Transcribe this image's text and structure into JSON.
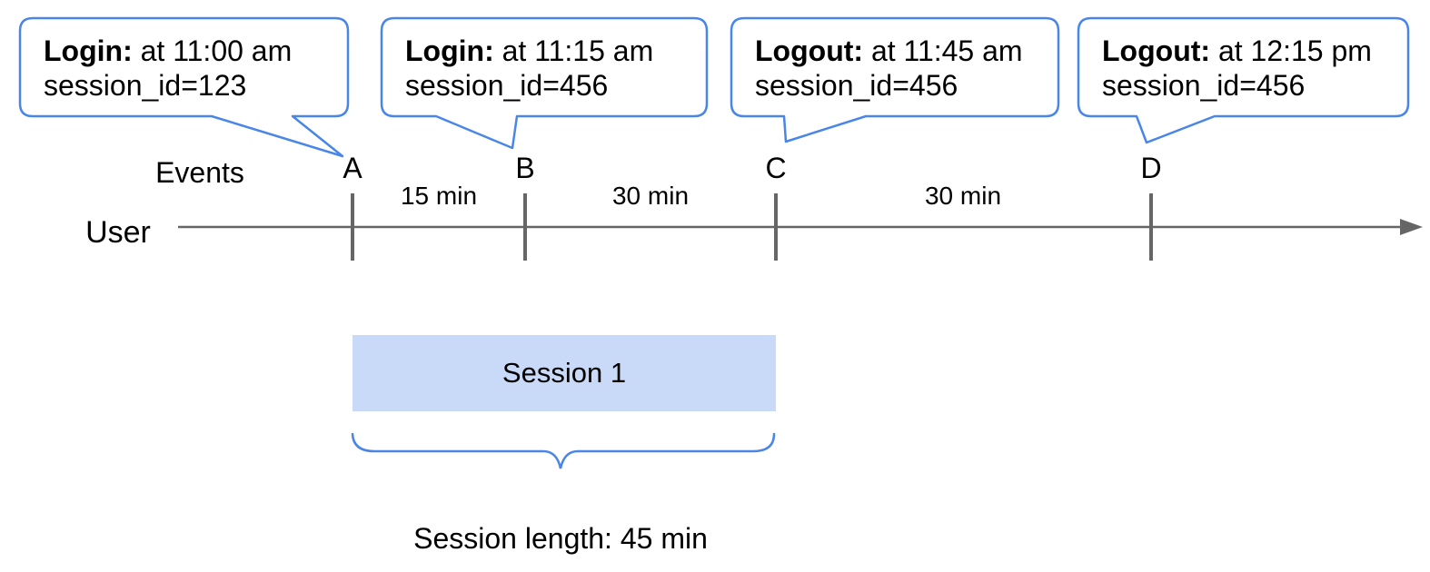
{
  "diagram": {
    "colors": {
      "background": "#ffffff",
      "accent": "#4a86e8",
      "session_fill": "#c9daf8",
      "line": "#666666",
      "text": "#000000"
    },
    "callouts": [
      {
        "title": "Login:",
        "time": " at 11:00 am",
        "detail": "session_id=123"
      },
      {
        "title": "Login:",
        "time": " at 11:15 am",
        "detail": "session_id=456"
      },
      {
        "title": "Logout:",
        "time": " at 11:45 am",
        "detail": "session_id=456"
      },
      {
        "title": "Logout:",
        "time": " at 12:15 pm",
        "detail": "session_id=456"
      }
    ],
    "timeline": {
      "user_label": "User",
      "events_label": "Events",
      "markers": [
        "A",
        "B",
        "C",
        "D"
      ],
      "intervals": [
        "15 min",
        "30 min",
        "30 min"
      ]
    },
    "session": {
      "label": "Session 1",
      "caption": "Session length: 45 min"
    }
  }
}
